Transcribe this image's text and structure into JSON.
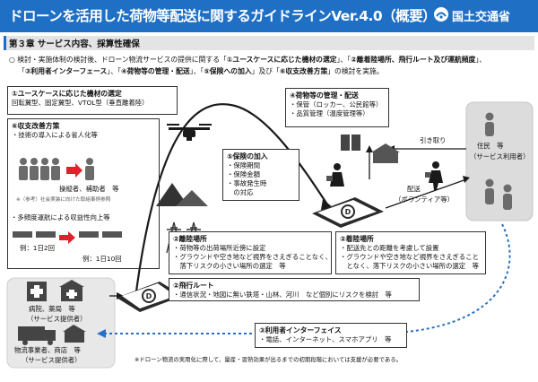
{
  "header": {
    "title": "ドローンを活用した荷物等配送に関するガイドラインVer.4.0（概要）",
    "ministry": "国土交通省"
  },
  "chapter": {
    "title": "第３章 サービス内容、採算性確保"
  },
  "summary": {
    "line1a": "○ 検討・実施体制の検討後、ドローン物流サービスの提供に関する「",
    "line1b": "①ユースケースに応じた機材の選定",
    "line1c": "」、「",
    "line1d": "②離着陸場所、飛行ルート及び運航頻度",
    "line1e": "」、",
    "line2a": "「",
    "line2b": "③利用者インターフェース",
    "line2c": "」、「",
    "line2d": "④荷物等の管理・配送",
    "line2e": "」、「",
    "line2f": "⑤保険への加入",
    "line2g": "」及び「",
    "line2h": "⑥収支改善方策",
    "line2i": "」の検討を実施。"
  },
  "box1": {
    "title": "①ユースケースに応じた機材の選定",
    "text": "回転翼型、固定翼型、VTOL型（垂直離着陸）"
  },
  "box6": {
    "title": "⑥収支改善方策",
    "bullet1": "・技術の導入による省人化等",
    "caption1": "操縦者、補助者　等",
    "note1": "※（参考）社会実装に向けた取組事例参照",
    "bullet2": "・多頻度運航による収益性向上等",
    "freq1": "例：1日2回",
    "freq2": "例：1日10回"
  },
  "box4": {
    "title": "④荷物等の管理・配送",
    "item1": "・保管（ロッカー、公民館等）",
    "item2": "・品質管理（温度管理等）"
  },
  "box5": {
    "title": "⑤保険の加入",
    "item1": "・保険期間",
    "item2": "・保険金額",
    "item3": "・事故発生時",
    "item4": "　の対応"
  },
  "box2a": {
    "title": "②離陸場所",
    "item1": "・荷物等の出荷場所近傍に設定",
    "item2": "・グラウンドや空き地など視界をさえぎることなく、",
    "item3": "　落下リスクの小さい場所の選定　等"
  },
  "box2b": {
    "title": "②着陸場所",
    "item1": "・配送先との距離を考慮して設置",
    "item2": "・グラウンドや空き地など視界をさえぎること",
    "item3": "　となく、落下リスクの小さい場所の選定　等"
  },
  "box2c": {
    "title": "②飛行ルート",
    "item1": "・通信状況・地図に無い鉄塔・山林、河川　など個別にリスクを検討　等"
  },
  "box3": {
    "title": "③利用者インターフェイス",
    "item1": "・電話、インターネット、スマホアプリ　等"
  },
  "residents": {
    "label1": "住民　等",
    "label2": "（サービス利用者）"
  },
  "labels": {
    "pickup": "引き取り",
    "delivery1": "配送",
    "delivery2": "（ボランティア等）",
    "hospital1": "病院、薬局　等",
    "hospital2": "（サービス提供者）",
    "logistics1": "物流事業者、商店　等",
    "logistics2": "（サービス提供者）"
  },
  "footnote": "※ドローン物流の実用化に際して、量産・習熟効果が出るまでの初期段階においては支援が必要である。",
  "colors": {
    "brand_blue": "#1f6fc4",
    "accent_red": "#e0202a",
    "box_gray": "#dcdcdc"
  }
}
